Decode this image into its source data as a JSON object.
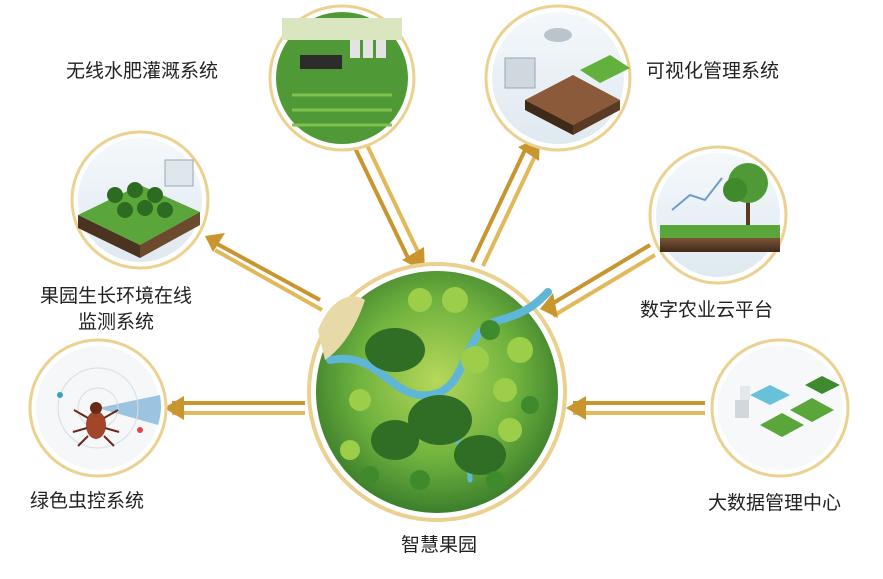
{
  "center": {
    "label": "智慧果园"
  },
  "nodes": [
    {
      "id": "irrigation",
      "label": "无线水肥灌溉系统"
    },
    {
      "id": "visual",
      "label": "可视化管理系统"
    },
    {
      "id": "monitoring",
      "label_line1": "果园生长环境在线",
      "label_line2": "监测系统"
    },
    {
      "id": "cloud",
      "label": "数字农业云平台"
    },
    {
      "id": "pest",
      "label": "绿色虫控系统"
    },
    {
      "id": "bigdata",
      "label": "大数据管理中心"
    }
  ],
  "colors": {
    "ring": "#e9c77a",
    "arrow": "#d7a63c",
    "arrow_dark": "#b8862a",
    "grass": "#5aa63a",
    "soil": "#6b4a2d",
    "sky": "#dbe8f2"
  }
}
